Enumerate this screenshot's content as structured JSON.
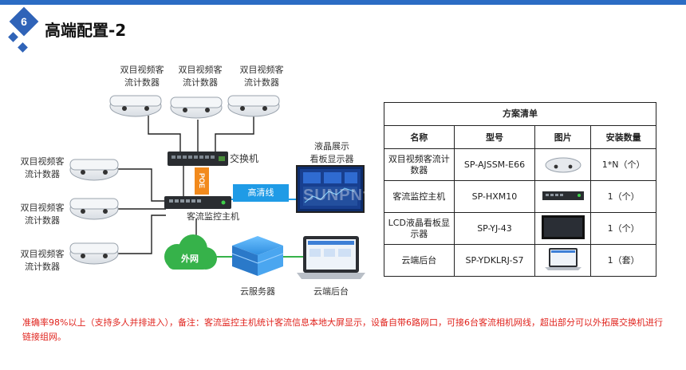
{
  "header": {
    "badge_number": "6",
    "title": "高端配置-2"
  },
  "diagram": {
    "counter_label": [
      "双目视频客",
      "流计数器"
    ],
    "switch_label": "交换机",
    "host_label": "客流监控主机",
    "poe_label": "POE",
    "hd_cable_label": "高清线",
    "lcd_label": [
      "液晶展示",
      "看板显示器"
    ],
    "internet_label": "外网",
    "cloud_server_label": "云服务器",
    "cloud_backend_label": "云端后台",
    "watermark": "SUNPN讯鹏",
    "colors": {
      "accent": "#2b6cc4",
      "poe": "#f28a1c",
      "hdline": "#1f9be6",
      "cloud": "#36b24a",
      "server": "#2f8fe0"
    }
  },
  "plan_table": {
    "caption": "方案清单",
    "headers": [
      "名称",
      "型号",
      "图片",
      "安装数量"
    ],
    "rows": [
      {
        "name": "双目视频客流计数器",
        "model": "SP-AJSSM-E66",
        "image": "counter-device-image",
        "qty": "1*N（个）"
      },
      {
        "name": "客流监控主机",
        "model": "SP-HXM10",
        "image": "host-device-image",
        "qty": "1（个）"
      },
      {
        "name": "LCD液晶看板显示器",
        "model": "SP-YJ-43",
        "image": "lcd-display-image",
        "qty": "1（个）"
      },
      {
        "name": "云端后台",
        "model": "SP-YDKLRJ-S7",
        "image": "laptop-image",
        "qty": "1（套）"
      }
    ]
  },
  "footer_note": "准确率98%以上（支持多人并排进入），备注：客流监控主机统计客流信息本地大屏显示，设备自带6路网口，可接6台客流相机网线，超出部分可以外拓展交换机进行链接组网。"
}
